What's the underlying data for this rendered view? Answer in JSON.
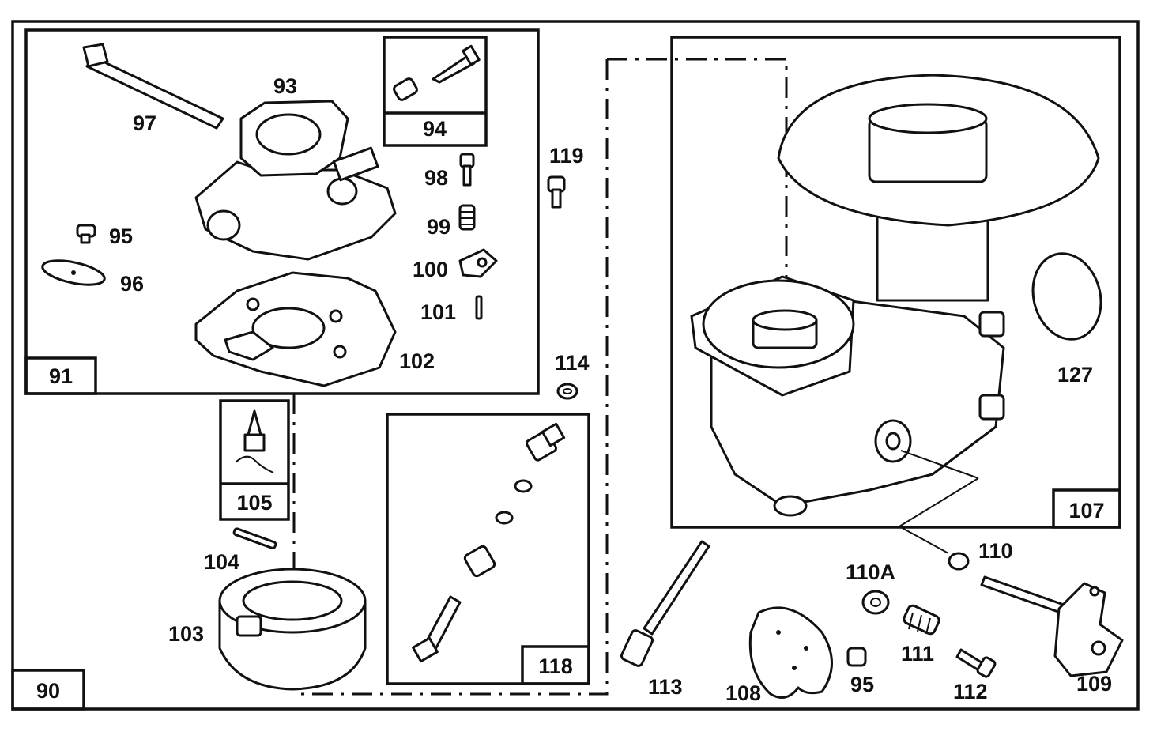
{
  "callouts": {
    "c90": "90",
    "c91": "91",
    "c93": "93",
    "c94": "94",
    "c95a": "95",
    "c95b": "95",
    "c96": "96",
    "c97": "97",
    "c98": "98",
    "c99": "99",
    "c100": "100",
    "c101": "101",
    "c102": "102",
    "c103": "103",
    "c104": "104",
    "c105": "105",
    "c107": "107",
    "c108": "108",
    "c109": "109",
    "c110": "110",
    "c110A": "110A",
    "c111": "111",
    "c112": "112",
    "c113": "113",
    "c114": "114",
    "c118": "118",
    "c119": "119",
    "c127": "127"
  },
  "colors": {
    "ink": "#111111",
    "paper": "#ffffff"
  }
}
